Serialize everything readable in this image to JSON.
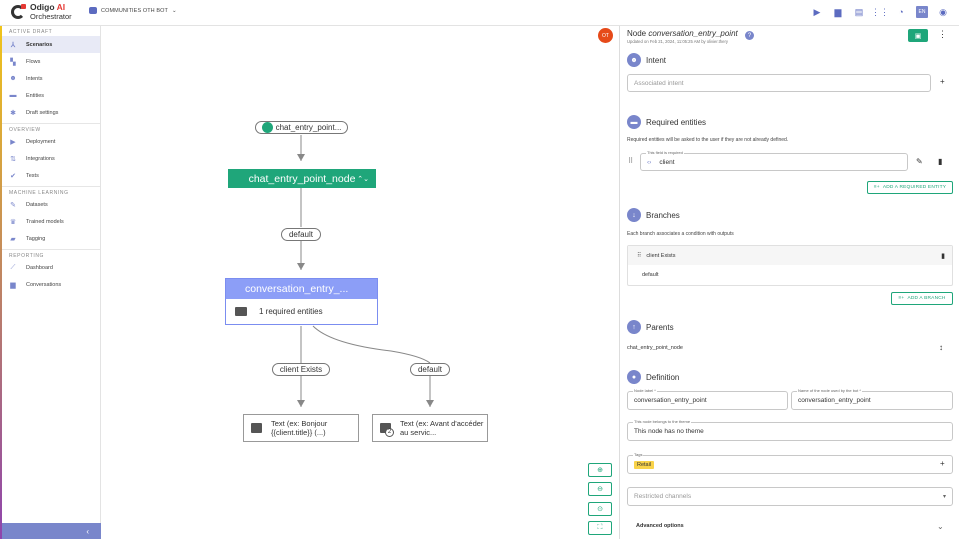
{
  "topbar": {
    "logo_name": "Odigo",
    "logo_ai": "AI",
    "logo_sub": "Orchestrator",
    "bot_name": "COMMUNITIES OTH BOT",
    "lang": "EN"
  },
  "sidebar": {
    "sections": [
      {
        "label": "ACTIVE DRAFT",
        "items": [
          {
            "label": "Scenarios",
            "icon": "scenarios-icon",
            "active": true
          },
          {
            "label": "Flows",
            "icon": "flows-icon"
          },
          {
            "label": "Intents",
            "icon": "intents-icon"
          },
          {
            "label": "Entities",
            "icon": "entities-icon"
          },
          {
            "label": "Draft settings",
            "icon": "settings-icon"
          }
        ]
      },
      {
        "label": "OVERVIEW",
        "items": [
          {
            "label": "Deployment",
            "icon": "play-icon"
          },
          {
            "label": "Integrations",
            "icon": "integrations-icon"
          },
          {
            "label": "Tests",
            "icon": "check-icon"
          }
        ]
      },
      {
        "label": "MACHINE LEARNING",
        "items": [
          {
            "label": "Datasets",
            "icon": "datasets-icon"
          },
          {
            "label": "Trained models",
            "icon": "models-icon"
          },
          {
            "label": "Tagging",
            "icon": "tag-icon"
          }
        ]
      },
      {
        "label": "REPORTING",
        "items": [
          {
            "label": "Dashboard",
            "icon": "dashboard-icon"
          },
          {
            "label": "Conversations",
            "icon": "conversations-icon"
          }
        ]
      }
    ],
    "collapse": "‹"
  },
  "canvas": {
    "avatar": "OT",
    "start_pill": "chat_entry_point...",
    "entry_node": "chat_entry_point_node",
    "edge_default": "default",
    "conv_node_title": "conversation_entry_...",
    "conv_node_body": "1 required entities",
    "branch_client": "client Exists",
    "branch_default": "default",
    "text_node_1": "Text (ex: Bonjour {{client.title}} (...)",
    "text_node_2": "Text (ex: Avant d'accéder au servic...",
    "text_node_2_badge": "2",
    "tooltip": "client Exists"
  },
  "panel": {
    "title_prefix": "Node ",
    "title_name": "conversation_entry_point",
    "updated": "Updated on Feb 21, 2024, 11:05:25 AM by olivier.thery",
    "intent": {
      "heading": "Intent",
      "placeholder": "Associated intent"
    },
    "required": {
      "heading": "Required entities",
      "helper": "Required entities will be asked to the user if they are not already defined.",
      "field_legend": "This field is required",
      "field_value": "client",
      "add_button": "ADD A REQUIRED ENTITY"
    },
    "branches": {
      "heading": "Branches",
      "helper": "Each branch associates a condition with outputs",
      "row1": "client Exists",
      "row2": "default",
      "add_button": "ADD A BRANCH"
    },
    "parents": {
      "heading": "Parents",
      "value": "chat_entry_point_node"
    },
    "definition": {
      "heading": "Definition",
      "label_legend": "Node label *",
      "label_value": "conversation_entry_point",
      "bot_legend": "Name of the node used by the bot *",
      "bot_value": "conversation_entry_point",
      "theme_legend": "This node belongs to the theme",
      "theme_value": "This node has no theme",
      "tags_legend": "Tags",
      "tag": "Retail",
      "channels_placeholder": "Restricted channels",
      "advanced": "Advanced options"
    }
  },
  "colors": {
    "primary": "#7986cb",
    "green": "#1fa67a",
    "node_blue": "#8c9ef7",
    "tag_yellow": "#f9d34a"
  }
}
